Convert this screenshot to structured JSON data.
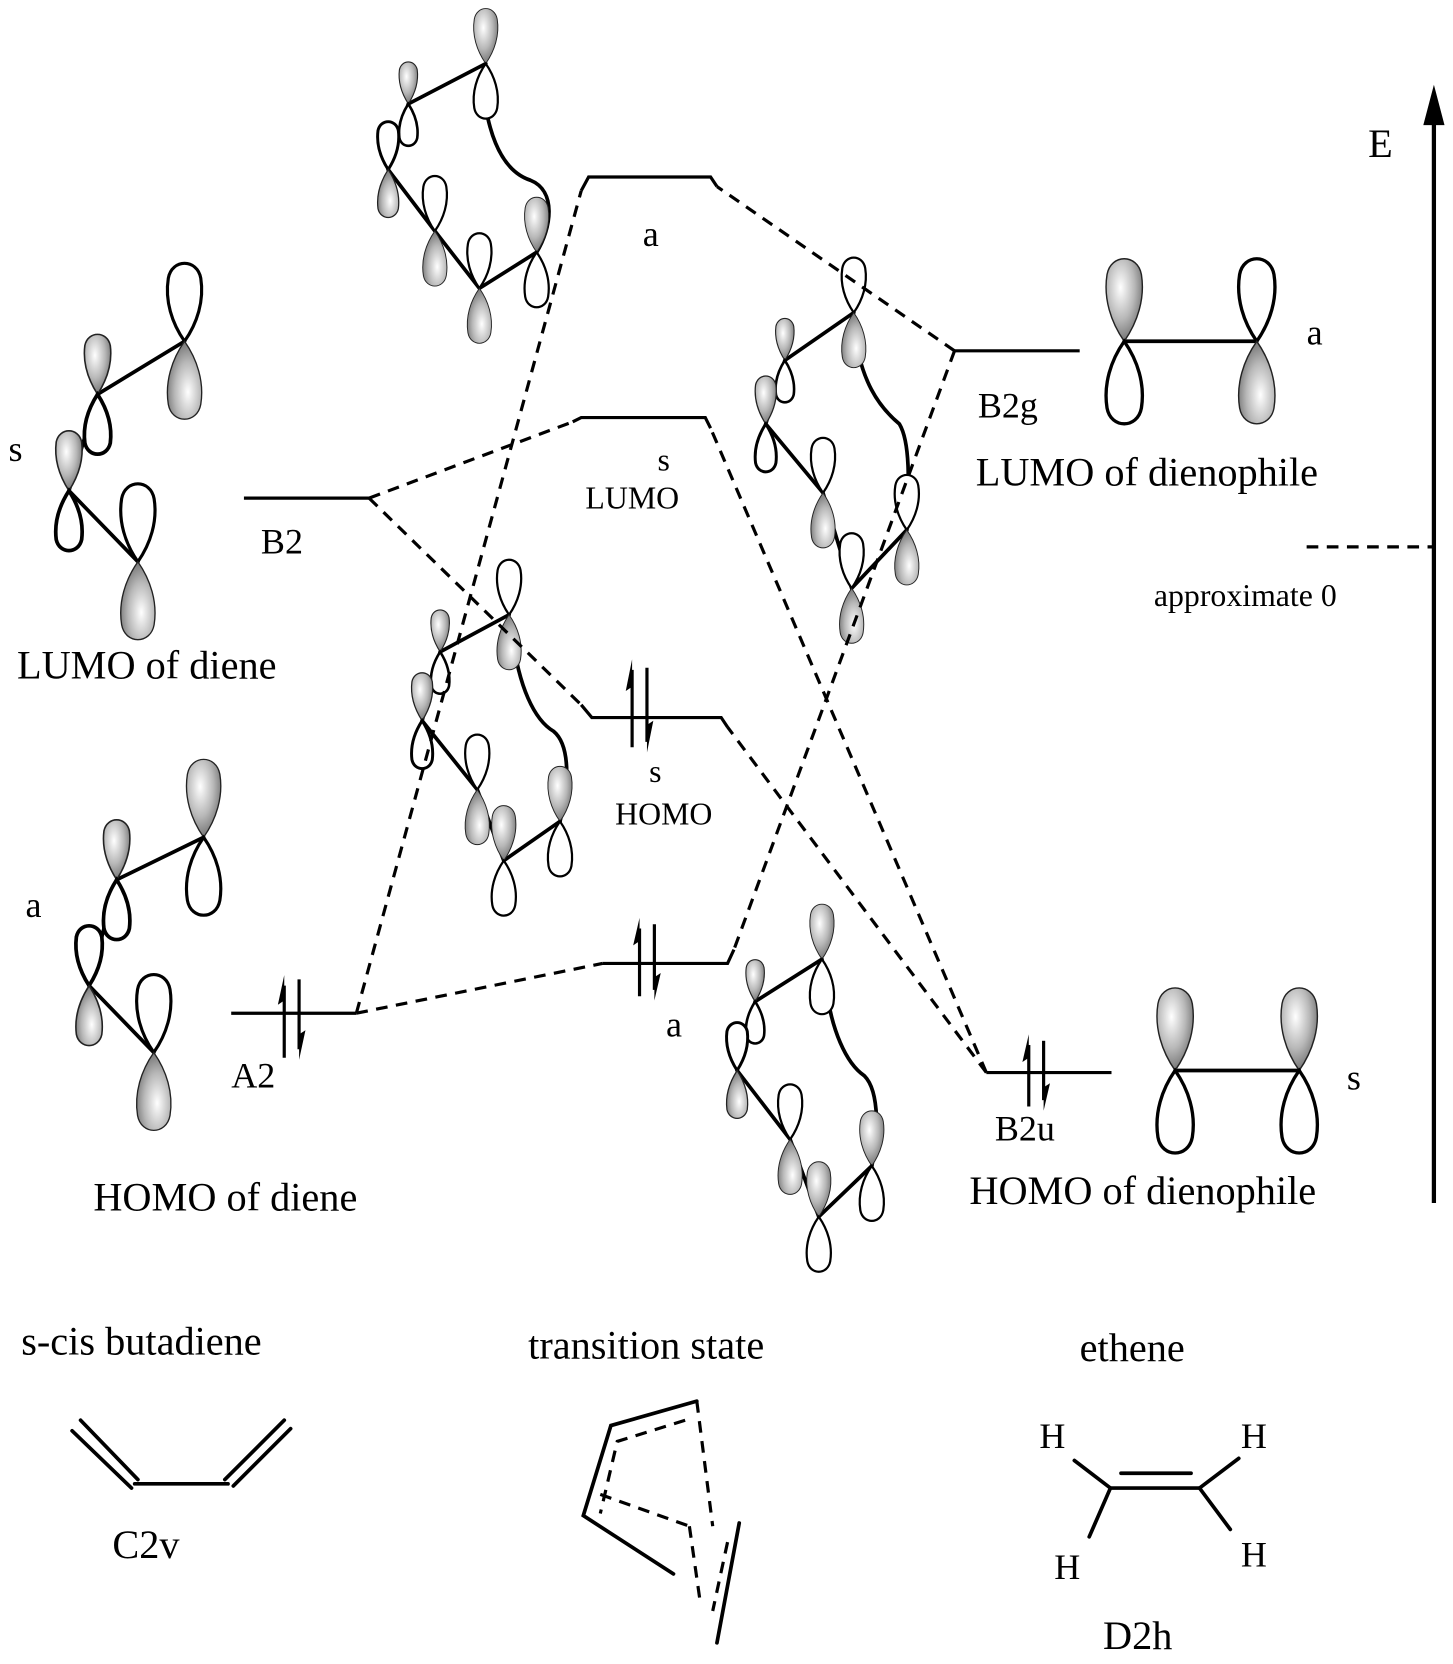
{
  "axis": {
    "energy_label": "E",
    "zero_label": "approximate 0"
  },
  "diene": {
    "lumo": {
      "symmetry": "B2",
      "local_symmetry": "s",
      "caption": "LUMO of diene"
    },
    "homo": {
      "symmetry": "A2",
      "local_symmetry": "a",
      "caption": "HOMO of diene",
      "electrons": 2
    },
    "name": "s-cis butadiene",
    "point_group": "C2v"
  },
  "transition_state": {
    "levels": [
      {
        "symmetry": "a",
        "tag": "",
        "electrons": 0
      },
      {
        "symmetry": "s",
        "tag": "LUMO",
        "electrons": 0
      },
      {
        "symmetry": "s",
        "tag": "HOMO",
        "electrons": 2
      },
      {
        "symmetry": "a",
        "tag": "",
        "electrons": 2
      }
    ],
    "name": "transition state"
  },
  "dienophile": {
    "lumo": {
      "symmetry": "B2g",
      "local_symmetry": "a",
      "caption": "LUMO of dienophile"
    },
    "homo": {
      "symmetry": "B2u",
      "local_symmetry": "s",
      "caption": "HOMO of dienophile",
      "electrons": 2
    },
    "name": "ethene",
    "point_group": "D2h",
    "atoms": [
      "H",
      "H",
      "H",
      "H"
    ]
  }
}
